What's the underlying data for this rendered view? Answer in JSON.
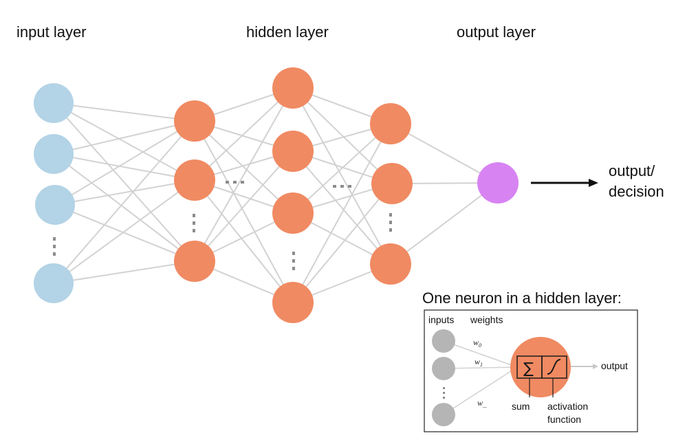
{
  "labels": {
    "input_layer": "input layer",
    "hidden_layer": "hidden layer",
    "output_layer": "output layer",
    "output_decision_line1": "output/",
    "output_decision_line2": "decision"
  },
  "inset": {
    "title": "One neuron in a hidden layer:",
    "inputs_label": "inputs",
    "weights_label": "weights",
    "w0": "w",
    "w0_sub": "0",
    "w1": "w",
    "w1_sub": "1",
    "wn": "w",
    "wn_sub": "...",
    "sum_symbol": "∑",
    "sum_label": "sum",
    "activation_label_line1": "activation",
    "activation_label_line2": "function",
    "output_label": "output"
  },
  "colors": {
    "input_node": "#b3d3e6",
    "hidden_node": "#f08a62",
    "output_node": "#d883f2",
    "edge": "#d2d2d2",
    "inset_input": "#b5b5b5",
    "arrow": "#111111"
  }
}
